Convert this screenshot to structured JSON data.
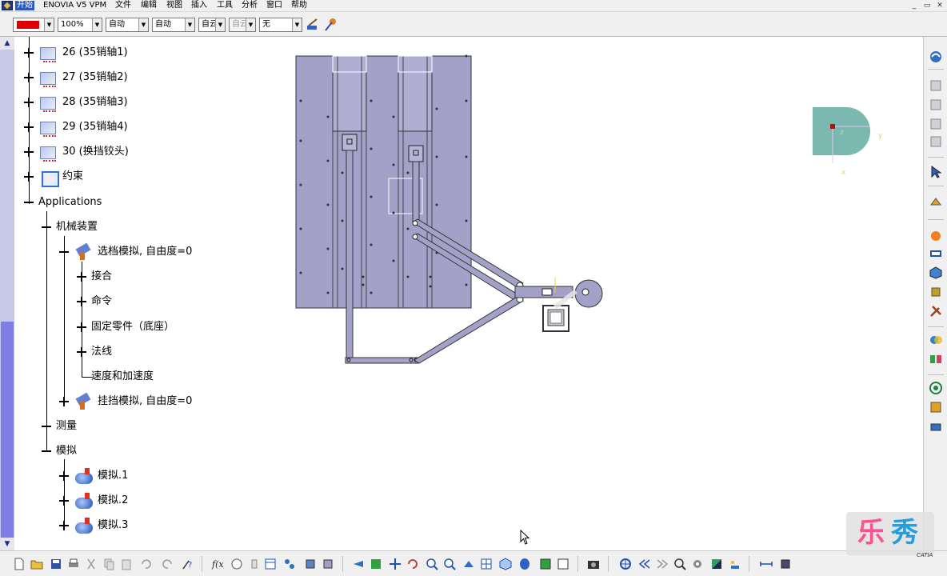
{
  "menu": {
    "items": [
      "开始",
      "ENOVIA V5 VPM",
      "文件",
      "编辑",
      "视图",
      "插入",
      "工具",
      "分析",
      "窗口",
      "帮助"
    ]
  },
  "format_toolbar": {
    "color": "#e00000",
    "zoom": "100%",
    "line_type": "自动",
    "thickness": "自动",
    "layer_short": "自云",
    "layer_disabled": "自云",
    "layer": "无"
  },
  "tree": {
    "parts": [
      {
        "label": "26 (35销轴1)"
      },
      {
        "label": "27 (35销轴2)"
      },
      {
        "label": "28 (35销轴3)"
      },
      {
        "label": "29 (35销轴4)"
      },
      {
        "label": "30 (换挡铰头)"
      }
    ],
    "constraints": "约束",
    "applications": "Applications",
    "mechanisms": "机械装置",
    "mech1": "选档模拟, 自由度=0",
    "mech1_children": [
      "接合",
      "命令",
      "固定零件（底座）",
      "法线",
      "速度和加速度"
    ],
    "mech2": "挂挡模拟, 自由度=0",
    "measure": "测量",
    "simulation": "模拟",
    "sims": [
      "模拟.1",
      "模拟.2",
      "模拟.3"
    ]
  },
  "compass": {
    "axis_z": "z",
    "axis_y": "y",
    "axis_x": "x"
  },
  "colors": {
    "panel": "#a4a1c8",
    "scroll_thumb": "#7e7ee6",
    "compass": "#7ab8b0"
  },
  "watermark": {
    "text_a": "乐",
    "text_b": "秀"
  },
  "brand": "CATIA"
}
